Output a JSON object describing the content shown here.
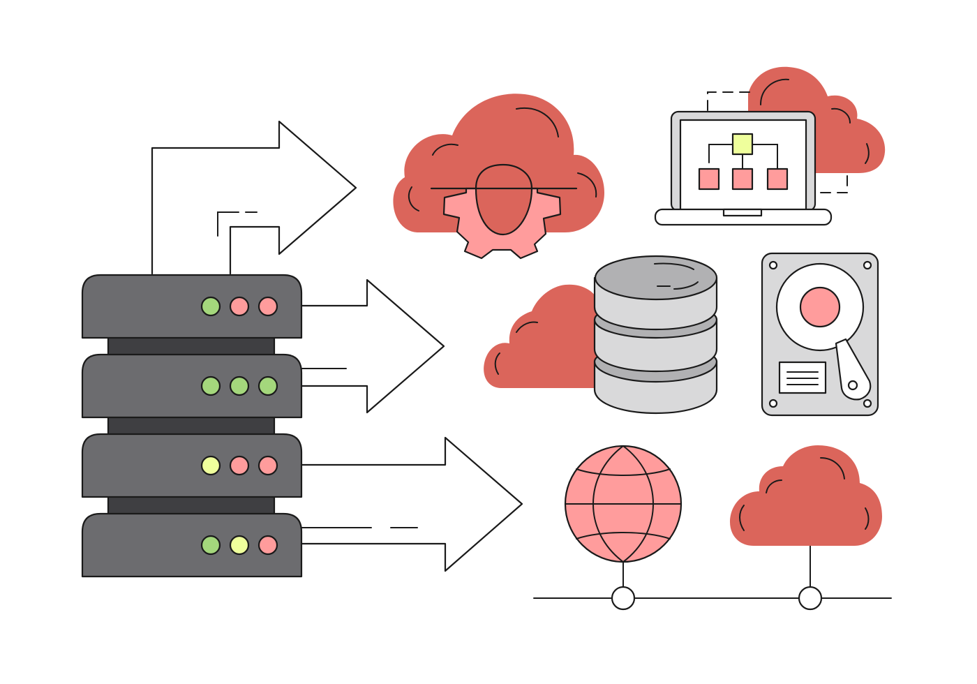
{
  "illustration": {
    "subject": "server-cloud-network",
    "colors": {
      "background": "#ffffff",
      "cloud": "#db655b",
      "accent_pink": "#ff9c9c",
      "server_body": "#6c6c6f",
      "server_gap": "#3f3f42",
      "db_light": "#d9d9da",
      "db_mid": "#b1b1b3",
      "led_green": "#a4d77c",
      "led_yellow": "#efff9c",
      "led_red": "#ff9c9c",
      "outline": "#1a1a1a"
    },
    "server_units": [
      {
        "leds": [
          "led_green",
          "led_red",
          "led_red"
        ]
      },
      {
        "leds": [
          "led_green",
          "led_green",
          "led_green"
        ]
      },
      {
        "leds": [
          "led_yellow",
          "led_red",
          "led_red"
        ]
      },
      {
        "leds": [
          "led_green",
          "led_yellow",
          "led_red"
        ]
      }
    ],
    "icons": [
      "server-rack-icon",
      "cloud-gear-icon",
      "laptop-sitemap-icon",
      "database-icon",
      "hard-drive-icon",
      "globe-icon",
      "cloud-network-icon"
    ]
  }
}
